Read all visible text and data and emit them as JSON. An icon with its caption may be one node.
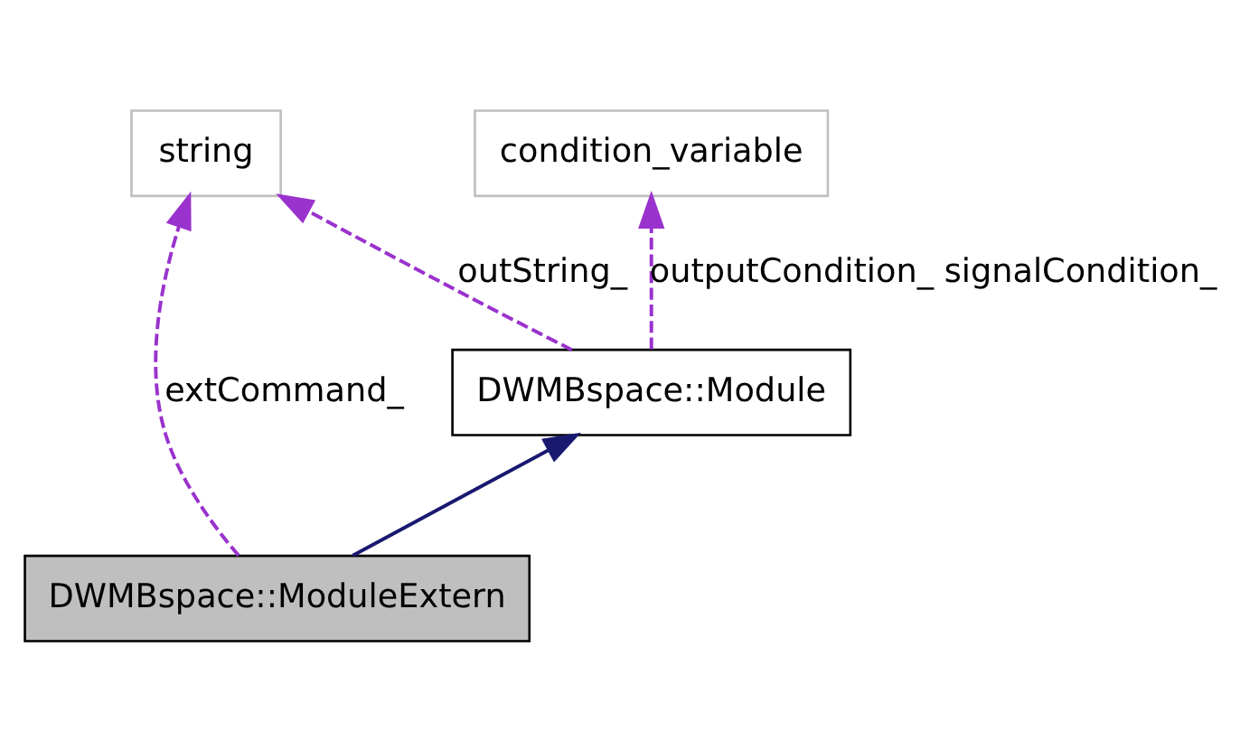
{
  "diagram": {
    "nodes": [
      {
        "text": [
          "condition_variable"
        ]
      },
      {
        "text": [
          "string"
        ]
      },
      {
        "text": [
          "DWMBspace::Module"
        ]
      },
      {
        "text": [
          "DWMBspace::ModuleExtern"
        ]
      }
    ],
    "edges": [
      {
        "from": 2,
        "to": 0,
        "arrow": "to",
        "style": "dashed",
        "label": "outputCondition_ signalCondition_"
      },
      {
        "from": 2,
        "to": 1,
        "arrow": "to",
        "style": "dashed",
        "label": "outString_"
      },
      {
        "from": 3,
        "to": 2,
        "arrow": "to",
        "color": "#191970"
      },
      {
        "from": 3,
        "to": 1,
        "arrow": "to",
        "style": "dashed",
        "label": "extCommand_"
      }
    ]
  }
}
